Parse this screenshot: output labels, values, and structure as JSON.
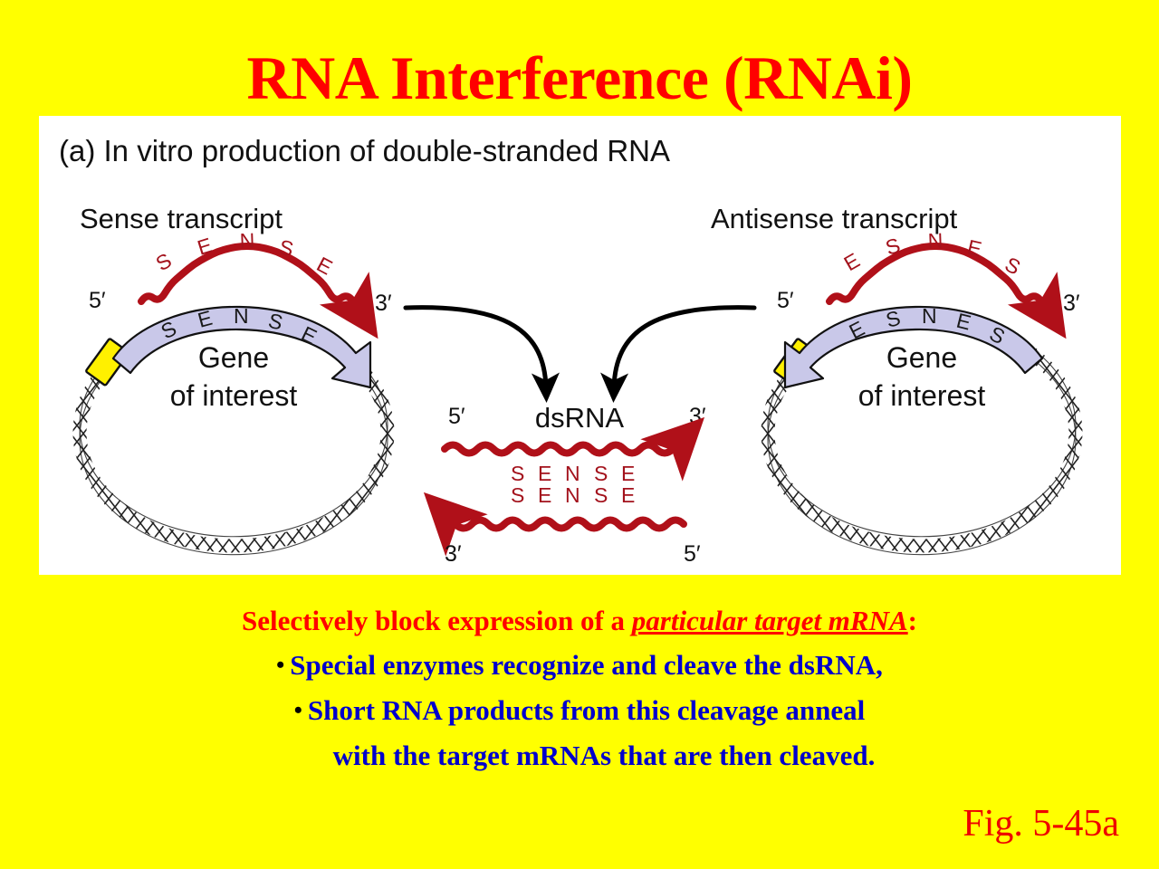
{
  "slide": {
    "title": "RNA Interference (RNAi)",
    "background_color": "#FFFF00",
    "title_color": "#FF0000",
    "panel_background": "#FFFFFF"
  },
  "figure": {
    "panel_label": "(a) In vitro production of double-stranded RNA",
    "left_construct": {
      "heading": "Sense transcript",
      "transcript_letters": [
        "S",
        "E",
        "N",
        "S",
        "E"
      ],
      "transcript_five_prime": "5′",
      "transcript_three_prime": "3′",
      "gene_arrow_letters": [
        "S",
        "E",
        "N",
        "S",
        "E"
      ],
      "plasmid_label_line1": "Gene",
      "plasmid_label_line2": "of interest",
      "gene_arrow_color": "#C9C8E9",
      "promoter_color": "#FFF000",
      "rna_color": "#B01019"
    },
    "right_construct": {
      "heading": "Antisense transcript",
      "transcript_letters": [
        "E",
        "S",
        "N",
        "E",
        "S"
      ],
      "transcript_five_prime": "5′",
      "transcript_three_prime": "3′",
      "gene_arrow_letters": [
        "E",
        "S",
        "N",
        "E",
        "S"
      ],
      "plasmid_label_line1": "Gene",
      "plasmid_label_line2": "of interest",
      "gene_arrow_color": "#C9C8E9",
      "promoter_color": "#FFF000",
      "rna_color": "#B01019"
    },
    "center_product": {
      "label": "dsRNA",
      "top_five_prime": "5′",
      "top_three_prime": "3′",
      "bottom_three_prime": "3′",
      "bottom_five_prime": "5′",
      "top_strand_letters": [
        "S",
        "E",
        "N",
        "S",
        "E"
      ],
      "bottom_strand_letters": [
        "S",
        "E",
        "N",
        "S",
        "E"
      ],
      "rna_color": "#B01019"
    }
  },
  "caption": {
    "head_prefix": "Selectively block expression of a ",
    "head_emphasis": "particular target mRNA",
    "head_suffix": ":",
    "bullets": [
      "Special enzymes recognize and cleave the dsRNA,",
      "Short RNA products from this cleavage anneal"
    ],
    "continuation": "with the target mRNAs that are then cleaved.",
    "head_color": "#FF0000",
    "bullet_color": "#0000CC"
  },
  "credit": {
    "text": "Fig. 5-45a",
    "color": "#EE0000"
  }
}
